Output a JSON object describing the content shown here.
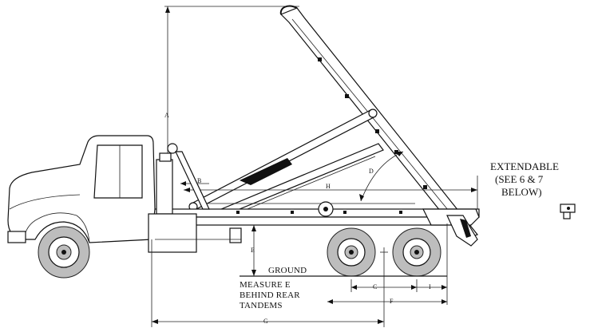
{
  "dimensions": {
    "a": "A",
    "b": "B",
    "c": "C",
    "d": "D",
    "e": "E",
    "f": "F",
    "g": "G",
    "h": "H",
    "i": "I"
  },
  "notes": {
    "ground": "GROUND",
    "measure_line1": "MEASURE E",
    "measure_line2": "BEHIND REAR",
    "measure_line3": "TANDEMS",
    "extend_line1": "EXTENDABLE",
    "extend_line2": "(SEE 6 & 7",
    "extend_line3": "BELOW)"
  },
  "colors": {
    "ink": "#111111",
    "tire": "#bdbdbd",
    "paper": "#ffffff"
  }
}
